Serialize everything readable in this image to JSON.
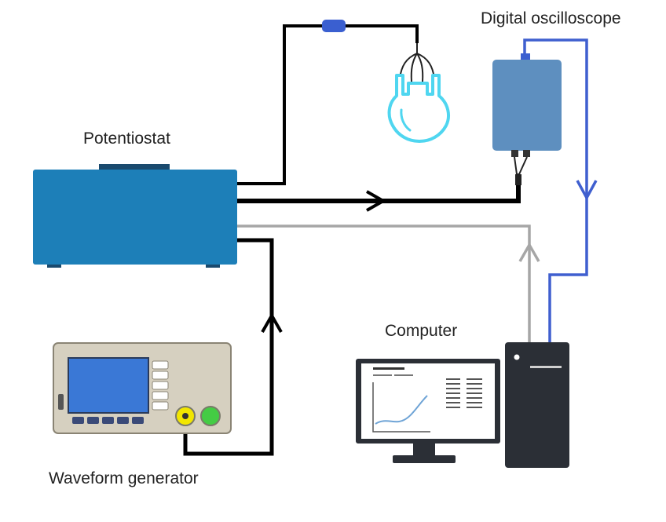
{
  "labels": {
    "potentiostat": "Potentiostat",
    "oscilloscope": "Digital oscilloscope",
    "computer": "Computer",
    "waveform_generator": "Waveform generator"
  },
  "colors": {
    "potentiostat_body": "#1d7fb8",
    "oscilloscope_body": "#5e8fbf",
    "wire_black": "#000000",
    "wire_gray": "#a6a6a6",
    "wire_blue": "#3f5fcf",
    "cell_outline": "#4fd6f0",
    "generator_screen": "#3a78d6",
    "output_knob": "#f2e600",
    "power_button": "#44cc44"
  },
  "icons": {
    "cell": "electrochemical-cell-icon",
    "connector": "cable-connector-icon",
    "arrow": "arrowhead-icon"
  }
}
